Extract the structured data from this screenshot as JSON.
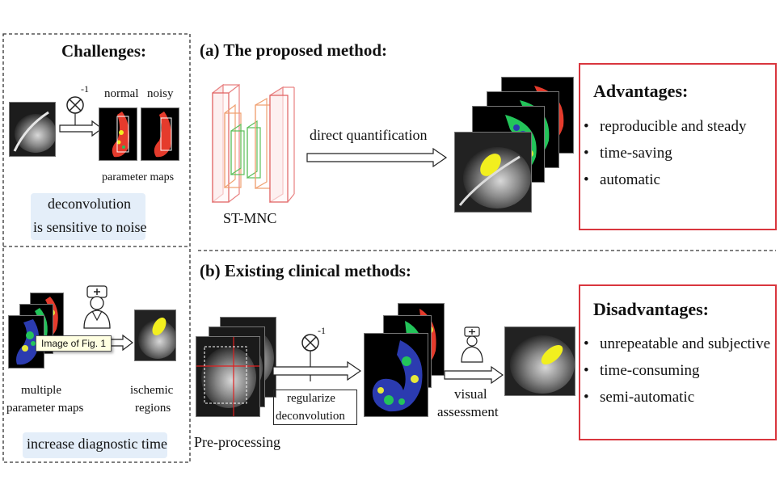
{
  "challenges": {
    "title": "Challenges:",
    "deconv_superscript": "-1",
    "label_normal": "normal",
    "label_noisy": "noisy",
    "param_maps_label": "parameter maps",
    "note_line1": "deconvolution",
    "note_line2": "is sensitive to noise",
    "multiple_line1": "multiple",
    "multiple_line2": "parameter maps",
    "ischemic_line1": "ischemic",
    "ischemic_line2": "regions",
    "time_note": "increase diagnostic time",
    "tooltip": "Image of Fig. 1"
  },
  "proposed": {
    "title": "(a) The proposed method:",
    "network_label": "ST-MNC",
    "arrow_label": "direct quantification",
    "advantages_title": "Advantages:",
    "advantages": [
      "reproducible and steady",
      "time-saving",
      "automatic"
    ]
  },
  "existing": {
    "title": "(b) Existing clinical methods:",
    "deconv_superscript": "-1",
    "regularize_line1": "regularize",
    "regularize_line2": "deconvolution",
    "visual_line1": "visual",
    "visual_line2": "assessment",
    "preprocessing_label": "Pre-processing",
    "disadvantages_title": "Disadvantages:",
    "disadvantages": [
      "unrepeatable and subjective",
      "time-consuming",
      "semi-automatic"
    ]
  },
  "colors": {
    "red_border": "#d9363e",
    "blue_band": "#e4eef9",
    "heatmap": [
      "#2b3bb0",
      "#23c45a",
      "#e7e83a",
      "#e53b2c"
    ],
    "ischemic_yellow": "#f2ef1f"
  },
  "icons": [
    "multiply-circle-icon",
    "doctor-icon",
    "arrow-right-icon",
    "cnn-block-icon"
  ]
}
